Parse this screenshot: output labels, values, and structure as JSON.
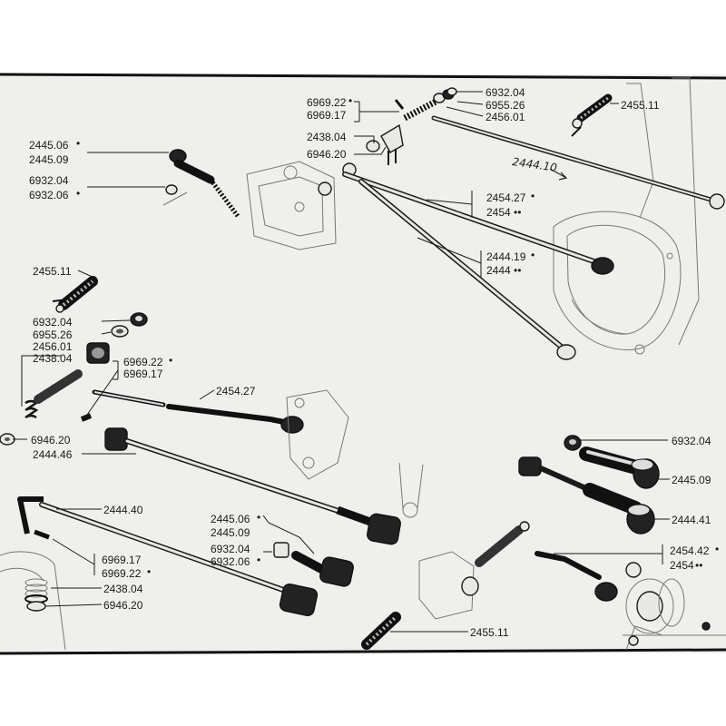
{
  "labels": {
    "l6969_22_top": "6969.22",
    "l6969_17_top": "6969.17",
    "l6932_04_top": "6932.04",
    "l6955_26_top": "6955.26",
    "l2456_01_top": "2456.01",
    "l2455_11_top": "2455.11",
    "l2438_04_top": "2438.04",
    "l6946_20_top": "6946.20",
    "l2445_06_tl": "2445.06",
    "l2445_09_tl": "2445.09",
    "l6932_04_tl": "6932.04",
    "l6932_06_tl": "6932.06",
    "l2454_27_mid": "2454.27",
    "l2454_mid": "2454",
    "l2444_19": "2444.19",
    "l2444_mid": "2444",
    "l2455_11_left": "2455.11",
    "l6932_04_left": "6932.04",
    "l6955_26_left": "6955.26",
    "l2456_01_left": "2456.01",
    "l2438_04_left": "2438.04",
    "l6969_22_left": "6969.22",
    "l6969_17_left": "6969.17",
    "l2454_27_rod": "2454.27",
    "l6946_20_left": "6946.20",
    "l2444_46": "2444.46",
    "l6932_04_right": "6932.04",
    "l2445_09_right": "2445.09",
    "l2444_41": "2444.41",
    "l2444_40": "2444.40",
    "l2445_06_c": "2445.06",
    "l2445_09_c": "2445.09",
    "l6932_04_c": "6932.04",
    "l6932_06_c": "6932.06",
    "l6969_17_bl": "6969.17",
    "l6969_22_bl": "6969.22",
    "l2438_04_bl": "2438.04",
    "l6946_20_bl": "6946.20",
    "l2454_42": "2454.42",
    "l2454_br": "2454",
    "l2455_11_bottom": "2455.11"
  },
  "handwritten_note": "2444.10",
  "markers": {
    "dot": "•",
    "double_dot": "••"
  }
}
